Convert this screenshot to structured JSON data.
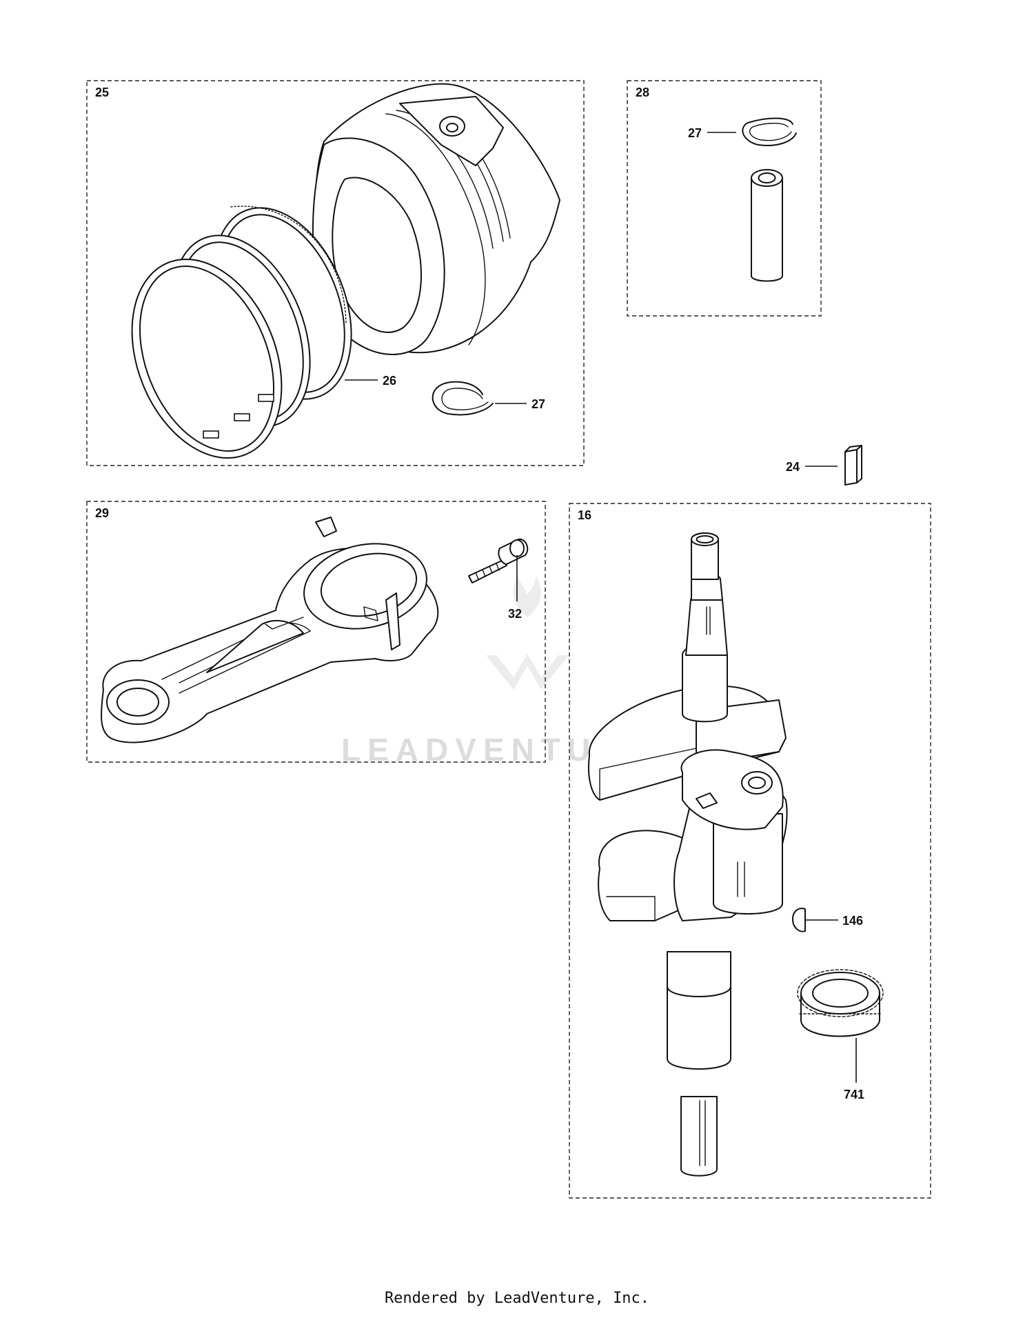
{
  "sections": {
    "s25": "25",
    "s28": "28",
    "s29": "29",
    "s16": "16"
  },
  "callouts": {
    "c26": "26",
    "c27a": "27",
    "c27b": "27",
    "c24": "24",
    "c32": "32",
    "c146": "146",
    "c741": "741"
  },
  "watermark": "LEADVENTURE",
  "footer": "Rendered by LeadVenture, Inc."
}
